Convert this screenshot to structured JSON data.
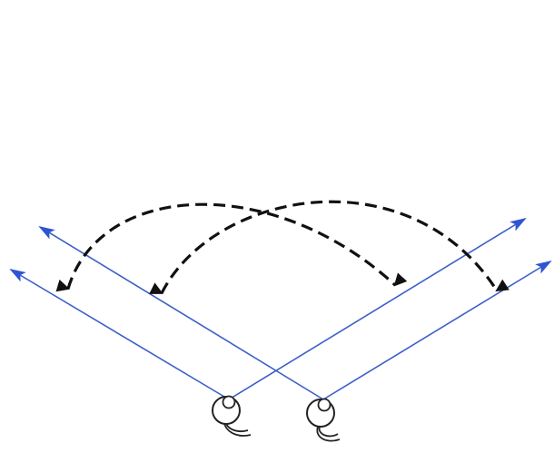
{
  "diagram": {
    "title": "",
    "elements": [
      {
        "id": "left-eye",
        "kind": "eye",
        "label": ""
      },
      {
        "id": "right-eye",
        "kind": "eye",
        "label": ""
      },
      {
        "id": "line-of-sight-left-eye-up-left",
        "kind": "blue-arrow",
        "label": ""
      },
      {
        "id": "line-of-sight-left-eye-up-right",
        "kind": "blue-arrow",
        "label": ""
      },
      {
        "id": "line-of-sight-right-eye-up-left",
        "kind": "blue-arrow",
        "label": ""
      },
      {
        "id": "line-of-sight-right-eye-up-right",
        "kind": "blue-arrow",
        "label": ""
      },
      {
        "id": "dashed-arc-outer",
        "kind": "dashed-arrow",
        "label": ""
      },
      {
        "id": "dashed-arc-inner",
        "kind": "dashed-arrow",
        "label": ""
      }
    ],
    "colors": {
      "line_of_sight": "#3b5fc7",
      "arrowhead": "#2f55d4",
      "dashed_arc": "#111111",
      "eye_outline": "#222222",
      "background": "#ffffff"
    }
  }
}
